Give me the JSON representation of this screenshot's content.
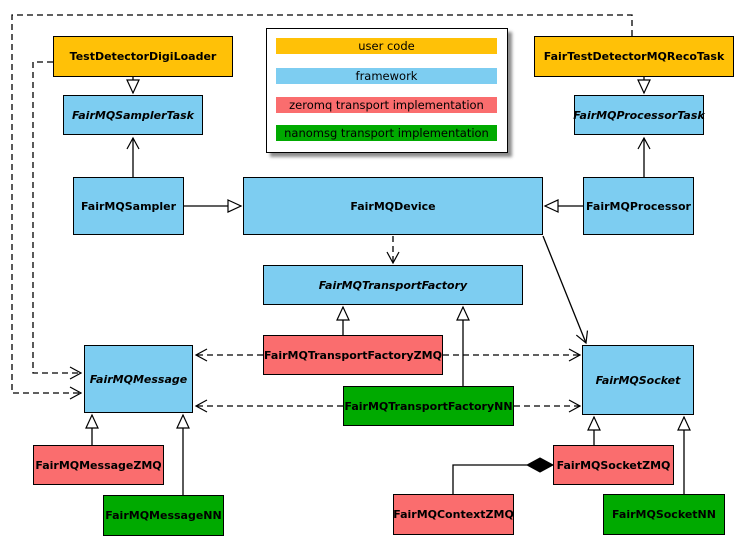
{
  "colors": {
    "user": "#FFC107",
    "framework": "#7DCDF1",
    "zeromq": "#FA6D6E",
    "nanomsg": "#00AA00",
    "line": "#000000"
  },
  "legend": {
    "items": [
      {
        "label": "user code",
        "category": "user"
      },
      {
        "label": "framework",
        "category": "framework"
      },
      {
        "label": "zeromq transport implementation",
        "category": "zeromq"
      },
      {
        "label": "nanomsg transport implementation",
        "category": "nanomsg"
      }
    ]
  },
  "nodes": {
    "digiloader": {
      "label": "TestDetectorDigiLoader",
      "category": "user"
    },
    "recotask": {
      "label": "FairTestDetectorMQRecoTask",
      "category": "user"
    },
    "samplertask": {
      "label": "FairMQSamplerTask",
      "category": "framework",
      "abstract": true
    },
    "processortask": {
      "label": "FairMQProcessorTask",
      "category": "framework",
      "abstract": true
    },
    "sampler": {
      "label": "FairMQSampler",
      "category": "framework"
    },
    "device": {
      "label": "FairMQDevice",
      "category": "framework"
    },
    "processor": {
      "label": "FairMQProcessor",
      "category": "framework"
    },
    "factory": {
      "label": "FairMQTransportFactory",
      "category": "framework",
      "abstract": true
    },
    "factoryzmq": {
      "label": "FairMQTransportFactoryZMQ",
      "category": "zeromq"
    },
    "factorynn": {
      "label": "FairMQTransportFactoryNN",
      "category": "nanomsg"
    },
    "message": {
      "label": "FairMQMessage",
      "category": "framework",
      "abstract": true
    },
    "socket": {
      "label": "FairMQSocket",
      "category": "framework",
      "abstract": true
    },
    "messagezmq": {
      "label": "FairMQMessageZMQ",
      "category": "zeromq"
    },
    "messagenn": {
      "label": "FairMQMessageNN",
      "category": "nanomsg"
    },
    "socketzmq": {
      "label": "FairMQSocketZMQ",
      "category": "zeromq"
    },
    "contextzmq": {
      "label": "FairMQContextZMQ",
      "category": "zeromq"
    },
    "socketnn": {
      "label": "FairMQSocketNN",
      "category": "nanomsg"
    }
  },
  "edges": [
    {
      "from": "TestDetectorDigiLoader",
      "to": "FairMQSamplerTask",
      "type": "inheritance"
    },
    {
      "from": "FairTestDetectorMQRecoTask",
      "to": "FairMQProcessorTask",
      "type": "inheritance"
    },
    {
      "from": "FairMQSampler",
      "to": "FairMQDevice",
      "type": "inheritance"
    },
    {
      "from": "FairMQProcessor",
      "to": "FairMQDevice",
      "type": "inheritance"
    },
    {
      "from": "FairMQTransportFactoryZMQ",
      "to": "FairMQTransportFactory",
      "type": "inheritance"
    },
    {
      "from": "FairMQTransportFactoryNN",
      "to": "FairMQTransportFactory",
      "type": "inheritance"
    },
    {
      "from": "FairMQMessageZMQ",
      "to": "FairMQMessage",
      "type": "inheritance"
    },
    {
      "from": "FairMQMessageNN",
      "to": "FairMQMessage",
      "type": "inheritance"
    },
    {
      "from": "FairMQSocketZMQ",
      "to": "FairMQSocket",
      "type": "inheritance"
    },
    {
      "from": "FairMQSocketNN",
      "to": "FairMQSocket",
      "type": "inheritance"
    },
    {
      "from": "FairMQSampler",
      "to": "FairMQSamplerTask",
      "type": "association"
    },
    {
      "from": "FairMQProcessor",
      "to": "FairMQProcessorTask",
      "type": "association"
    },
    {
      "from": "FairMQDevice",
      "to": "FairMQSocket",
      "type": "association"
    },
    {
      "from": "FairMQDevice",
      "to": "FairMQTransportFactory",
      "type": "dependency"
    },
    {
      "from": "TestDetectorDigiLoader",
      "to": "FairMQMessage",
      "type": "dependency"
    },
    {
      "from": "FairTestDetectorMQRecoTask",
      "to": "FairMQMessage",
      "type": "dependency"
    },
    {
      "from": "FairMQTransportFactoryZMQ",
      "to": "FairMQMessage",
      "type": "dependency"
    },
    {
      "from": "FairMQTransportFactoryZMQ",
      "to": "FairMQSocket",
      "type": "dependency"
    },
    {
      "from": "FairMQTransportFactoryNN",
      "to": "FairMQMessage",
      "type": "dependency"
    },
    {
      "from": "FairMQTransportFactoryNN",
      "to": "FairMQSocket",
      "type": "dependency"
    },
    {
      "from": "FairMQSocketZMQ",
      "to": "FairMQContextZMQ",
      "type": "composition"
    }
  ]
}
